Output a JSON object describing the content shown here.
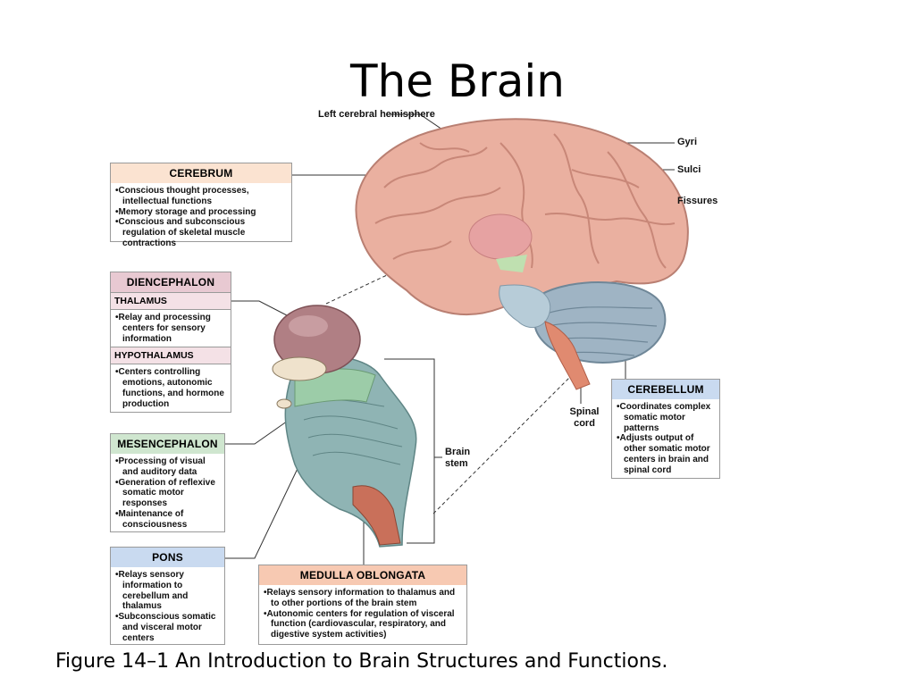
{
  "slide": {
    "title": "The Brain",
    "caption": "Figure 14–1 An Introduction to Brain Structures and Functions."
  },
  "labels": {
    "left_hemisphere": "Left cerebral hemisphere",
    "gyri": "Gyri",
    "sulci": "Sulci",
    "fissures": "Fissures",
    "spinal_cord": "Spinal cord",
    "brain_stem": "Brain stem"
  },
  "cerebrum": {
    "heading": "CEREBRUM",
    "items": [
      "Conscious thought processes, intellectual functions",
      "Memory storage and processing",
      "Conscious and subconscious regulation of skeletal muscle contractions"
    ]
  },
  "diencephalon": {
    "heading": "DIENCEPHALON",
    "thalamus_heading": "THALAMUS",
    "thalamus_items": [
      "Relay and processing centers for sensory information"
    ],
    "hypothalamus_heading": "HYPOTHALAMUS",
    "hypothalamus_items": [
      "Centers controlling emotions, autonomic functions, and hormone production"
    ]
  },
  "mesencephalon": {
    "heading": "MESENCEPHALON",
    "items": [
      "Processing of visual and auditory data",
      "Generation of reflexive somatic motor responses",
      "Maintenance of consciousness"
    ]
  },
  "pons": {
    "heading": "PONS",
    "items": [
      "Relays sensory information to cerebellum and thalamus",
      "Subconscious somatic and visceral motor centers"
    ]
  },
  "medulla": {
    "heading": "MEDULLA OBLONGATA",
    "items": [
      "Relays sensory information to thalamus and to other portions of the brain stem",
      "Autonomic centers for regulation of visceral function (cardiovascular, respiratory, and digestive system activities)"
    ]
  },
  "cerebellum": {
    "heading": "CEREBELLUM",
    "items": [
      "Coordinates complex somatic motor patterns",
      "Adjusts output of other somatic motor centers in brain and spinal cord"
    ]
  },
  "colors": {
    "cerebrum_fill": "#eab0a0",
    "cerebellum_fill": "#9fb4c4",
    "brainstem_fill": "#8fb4b4",
    "thalamus_fill": "#b07f84",
    "spinal_fill": "#e08a70"
  }
}
